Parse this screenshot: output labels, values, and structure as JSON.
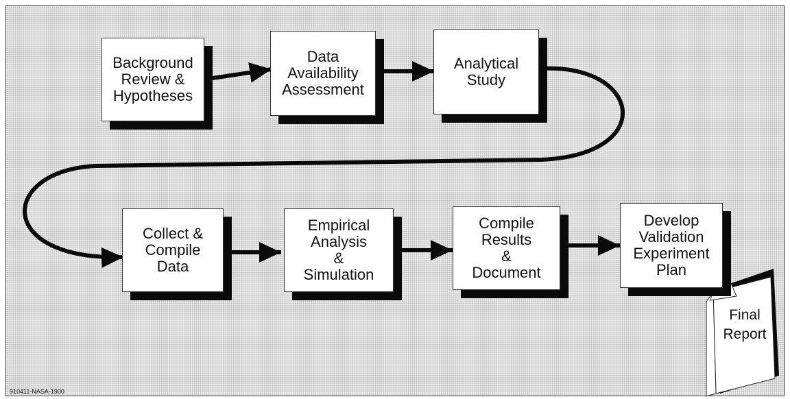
{
  "diagram": {
    "steps": [
      {
        "id": "background",
        "label": "Background\nReview &\nHypotheses"
      },
      {
        "id": "data-availability",
        "label": "Data\nAvailability\nAssessment"
      },
      {
        "id": "analytical",
        "label": "Analytical\nStudy"
      },
      {
        "id": "collect",
        "label": "Collect &\nCompile\nData"
      },
      {
        "id": "empirical",
        "label": "Empirical\nAnalysis\n&\nSimulation"
      },
      {
        "id": "compile-results",
        "label": "Compile\nResults\n&\nDocument"
      },
      {
        "id": "validation-plan",
        "label": "Develop\nValidation\nExperiment\nPlan"
      }
    ],
    "final_report": "Final\nReport",
    "figure_id": "910411-NASA-1900"
  }
}
